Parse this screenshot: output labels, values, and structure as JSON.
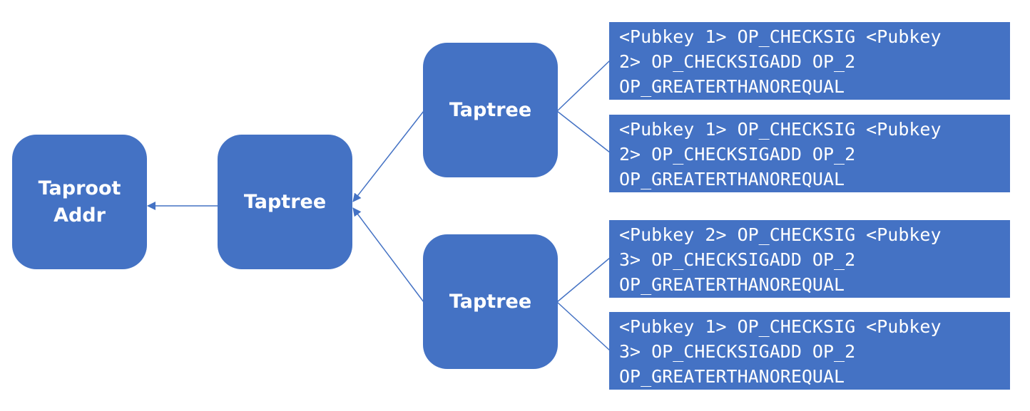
{
  "colors": {
    "node_fill": "#4472c4",
    "edge": "#4472c4",
    "text": "#ffffff"
  },
  "root": {
    "lines": [
      "Taproot",
      "Addr"
    ]
  },
  "taptree_main": {
    "label": "Taptree"
  },
  "taptree_upper": {
    "label": "Taptree"
  },
  "taptree_lower": {
    "label": "Taptree"
  },
  "leaves": [
    {
      "lines": [
        "<Pubkey 1> OP_CHECKSIG <Pubkey",
        "2> OP_CHECKSIGADD OP_2",
        "OP_GREATERTHANOREQUAL"
      ]
    },
    {
      "lines": [
        "<Pubkey 1> OP_CHECKSIG <Pubkey",
        "2> OP_CHECKSIGADD OP_2",
        "OP_GREATERTHANOREQUAL"
      ]
    },
    {
      "lines": [
        "<Pubkey 2> OP_CHECKSIG <Pubkey",
        "3> OP_CHECKSIGADD OP_2",
        "OP_GREATERTHANOREQUAL"
      ]
    },
    {
      "lines": [
        "<Pubkey 1> OP_CHECKSIG <Pubkey",
        "3> OP_CHECKSIGADD OP_2",
        "OP_GREATERTHANOREQUAL"
      ]
    }
  ]
}
